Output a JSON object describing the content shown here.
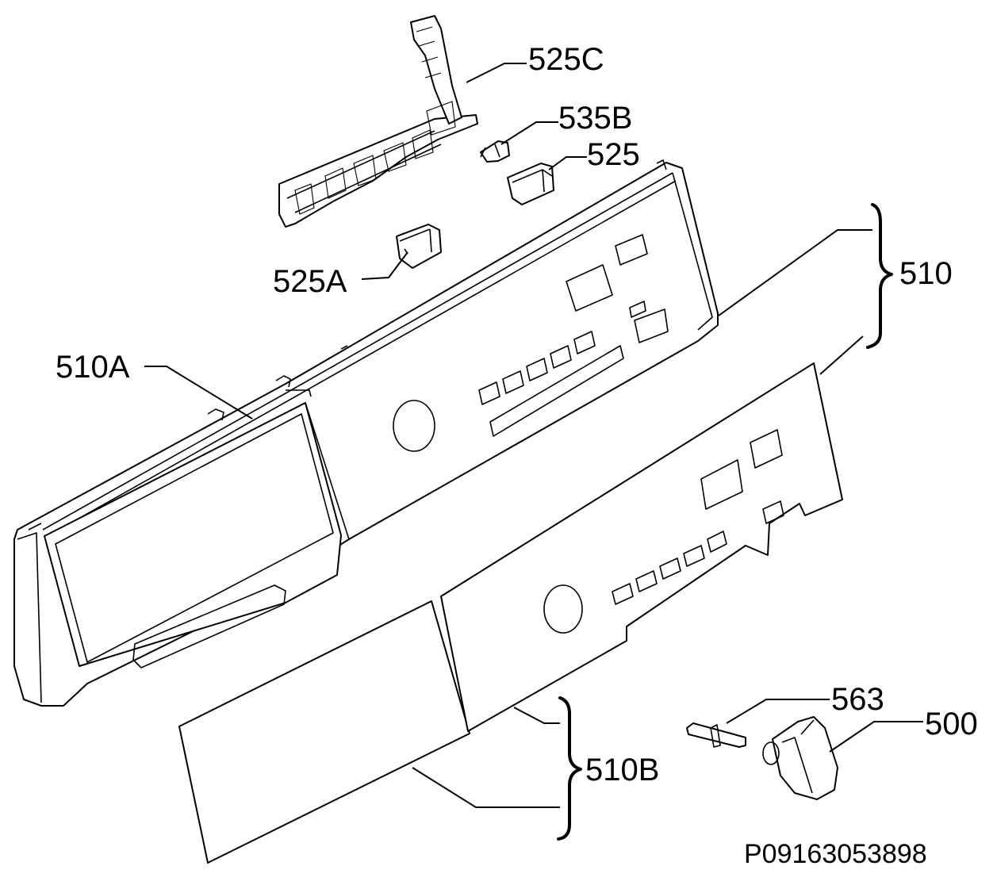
{
  "labels": {
    "l525C": "525C",
    "l535B": "535B",
    "l525": "525",
    "l525A": "525A",
    "l510": "510",
    "l510A": "510A",
    "l510B": "510B",
    "l563": "563",
    "l500": "500"
  },
  "drawing_code": "P09163053898"
}
